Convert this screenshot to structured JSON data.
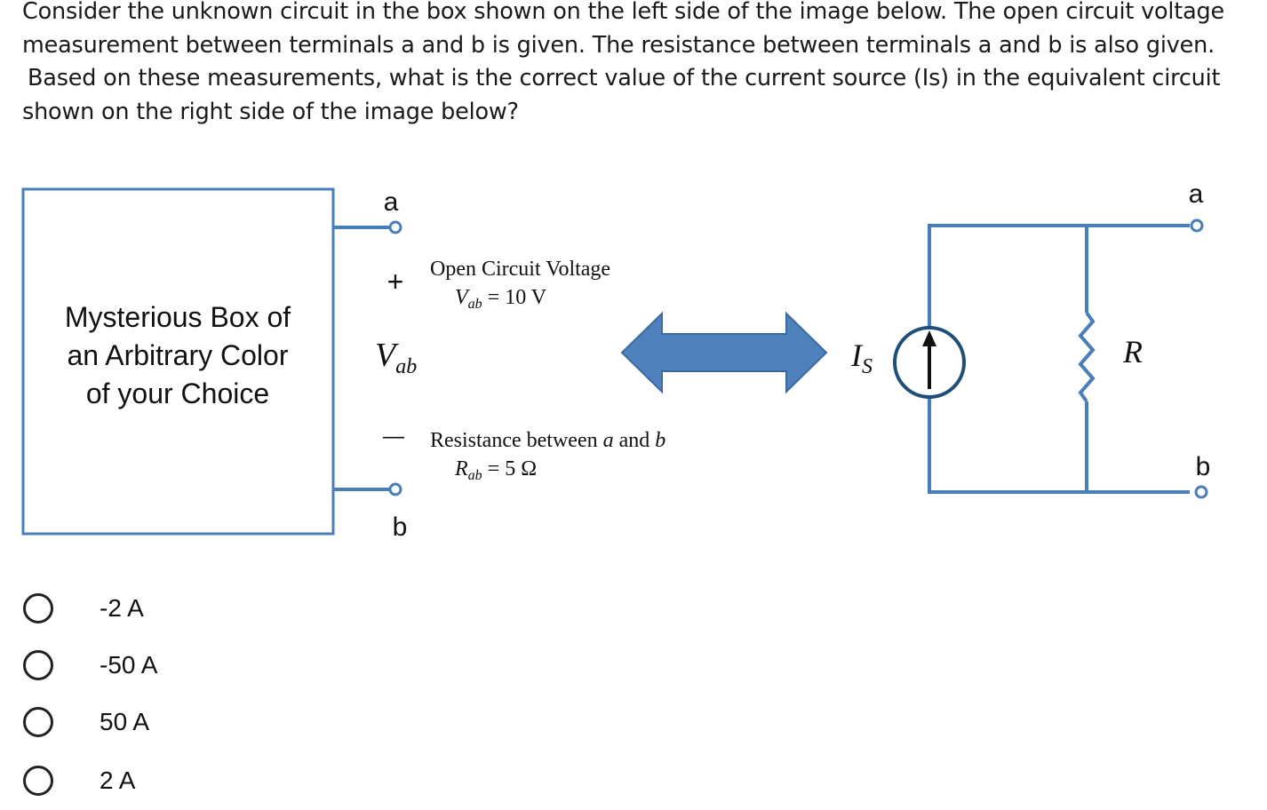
{
  "question": {
    "lines": [
      "Consider the unknown circuit in the box shown on the left side of the image below.  The open circuit voltage",
      "measurement between terminals a and b is given.  The resistance between terminals a and b is also given.",
      "Based on these measurements, what is the correct value of the current source (Is) in the equivalent circuit",
      "shown on the right side of the image below?"
    ]
  },
  "diagram": {
    "box_lines": [
      "Mysterious Box of",
      "an Arbitrary Color",
      "of your Choice"
    ],
    "left_terminal_a": "a",
    "left_terminal_b": "b",
    "plus_sign": "+",
    "minus_sign": "—",
    "vab_symbol": "V",
    "vab_sub": "ab",
    "ocv_title": "Open Circuit Voltage",
    "ocv_symbol": "V",
    "ocv_sub": "ab",
    "ocv_value": " = 10 V",
    "res_title_prefix": "Resistance between ",
    "res_title_a": "a",
    "res_title_mid": " and ",
    "res_title_b": "b",
    "res_symbol": "R",
    "res_sub": "ab",
    "res_value": " = 5 Ω",
    "is_symbol": "I",
    "is_sub": "S",
    "r_symbol": "R",
    "right_terminal_a": "a",
    "right_terminal_b": "b",
    "colors": {
      "wire": "#4a7ebb",
      "arrow_fill": "#4f81bd",
      "arrow_stroke": "#3a6aa0",
      "source_ring": "#1f4e79"
    }
  },
  "options": [
    {
      "label": "-2 A"
    },
    {
      "label": "-50 A"
    },
    {
      "label": "50 A"
    },
    {
      "label": "2 A"
    }
  ]
}
